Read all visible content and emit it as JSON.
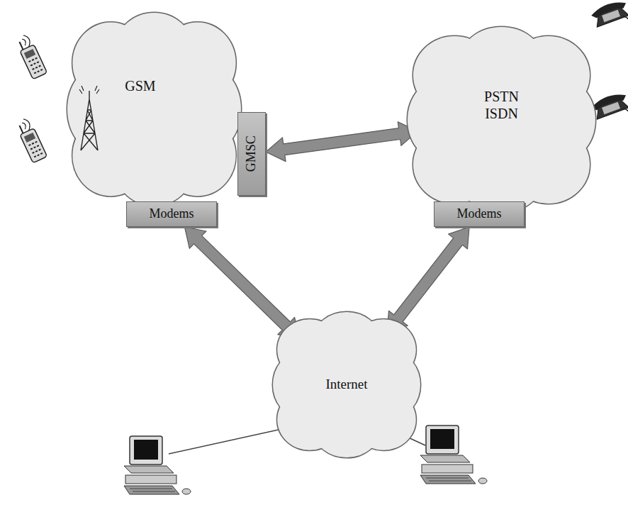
{
  "diagram": {
    "nodes": [
      {
        "text": [
          "GSM"
        ]
      },
      {
        "text": [
          "GMSC"
        ]
      },
      {
        "text": [
          "PSTN ISDN"
        ]
      },
      {
        "text": [
          "Modems"
        ]
      },
      {
        "text": [
          "Modems"
        ]
      },
      {
        "text": [
          "Internet"
        ]
      }
    ],
    "edges": [
      {
        "from": 1,
        "to": 2,
        "arrow": "both"
      },
      {
        "from": 3,
        "to": 5,
        "arrow": "both"
      },
      {
        "from": 4,
        "to": 5,
        "arrow": "both"
      }
    ]
  }
}
